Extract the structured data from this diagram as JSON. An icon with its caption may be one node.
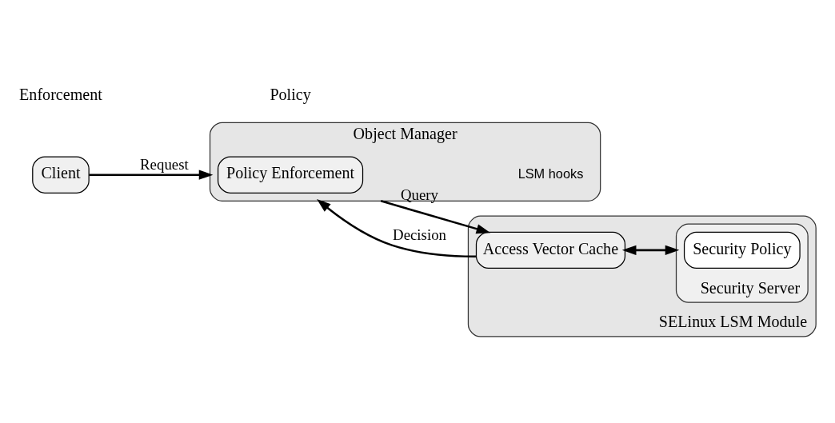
{
  "diagram": {
    "nodes": [
      {
        "text": [
          "Client"
        ]
      },
      {
        "text": [
          "Object Manager"
        ],
        "beside": [
          "LSM hooks"
        ]
      },
      {
        "text": [
          "Policy Enforcement"
        ],
        "in": 1
      },
      {
        "text": [
          "SELinux LSM Module"
        ]
      },
      {
        "text": [
          "Access Vector Cache"
        ],
        "in": 3
      },
      {
        "text": [
          "Security Server"
        ],
        "in": 3
      },
      {
        "text": [
          "Security Policy"
        ],
        "in": 5
      }
    ],
    "edges": [
      {
        "from": 0,
        "to": 1,
        "arrow": "to",
        "label": "Request"
      },
      {
        "from": 1,
        "to": 4,
        "arrow": "to",
        "label": "Query"
      },
      {
        "from": 4,
        "to": 1,
        "arrow": "to",
        "label": "Decision"
      },
      {
        "from": 4,
        "to": 5,
        "arrow": "both"
      }
    ],
    "labels": [
      "Enforcement",
      "Policy"
    ]
  }
}
